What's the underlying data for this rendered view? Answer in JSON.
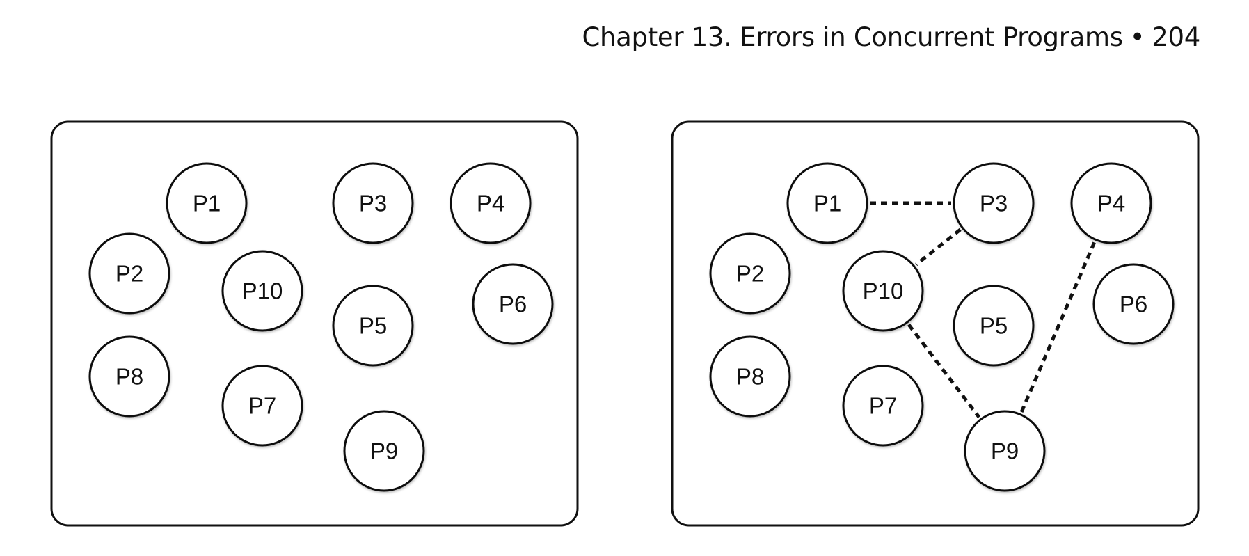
{
  "header": {
    "chapter": "Chapter 13. Errors in Concurrent Programs",
    "separator": "•",
    "page_number": "204"
  },
  "panels": [
    {
      "nodes": [
        "P1",
        "P2",
        "P3",
        "P4",
        "P5",
        "P6",
        "P7",
        "P8",
        "P9",
        "P10"
      ],
      "edges": []
    },
    {
      "nodes": [
        "P1",
        "P2",
        "P3",
        "P4",
        "P5",
        "P6",
        "P7",
        "P8",
        "P9",
        "P10"
      ],
      "edges": [
        [
          "P1",
          "P3"
        ],
        [
          "P3",
          "P10"
        ],
        [
          "P10",
          "P9"
        ],
        [
          "P9",
          "P4"
        ]
      ]
    }
  ]
}
